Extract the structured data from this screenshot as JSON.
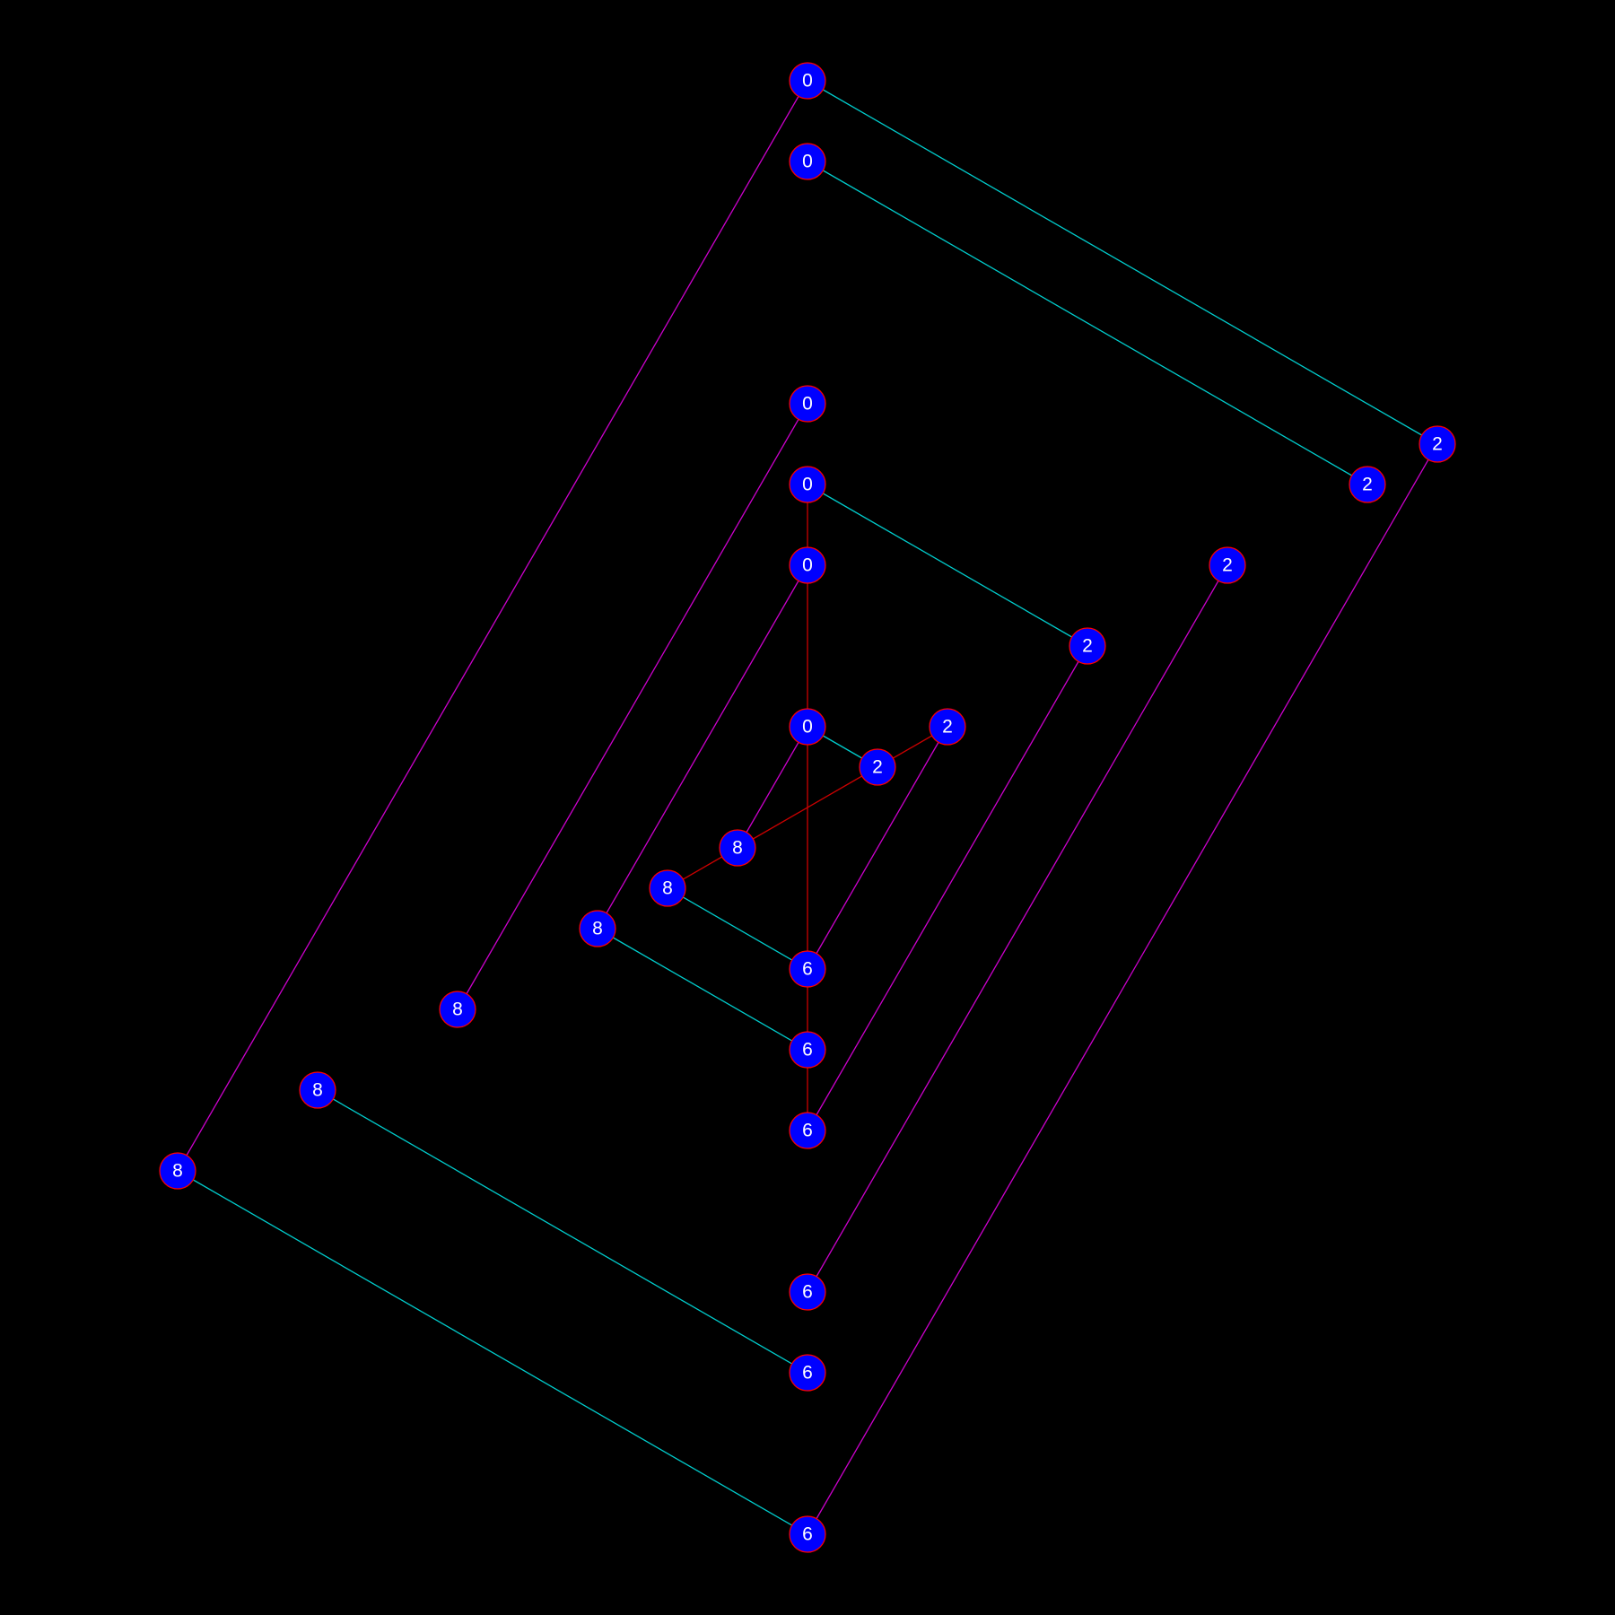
{
  "colors": {
    "background": "#000000",
    "node_fill": "#0000ff",
    "node_stroke": "#ff0000",
    "node_text": "#ffffff",
    "edge_cyan": "#00cccc",
    "edge_magenta": "#cc00cc",
    "edge_red": "#cc0000"
  },
  "nodes": [
    {
      "id": "n1",
      "label": "0"
    },
    {
      "id": "n2",
      "label": "0"
    },
    {
      "id": "n3",
      "label": "0"
    },
    {
      "id": "n4",
      "label": "0"
    },
    {
      "id": "n5",
      "label": "0"
    },
    {
      "id": "n6",
      "label": "0"
    },
    {
      "id": "n7",
      "label": "2"
    },
    {
      "id": "n8",
      "label": "2"
    },
    {
      "id": "n9",
      "label": "2"
    },
    {
      "id": "n10",
      "label": "2"
    },
    {
      "id": "n11",
      "label": "2"
    },
    {
      "id": "n12",
      "label": "2"
    },
    {
      "id": "n13",
      "label": "8"
    },
    {
      "id": "n14",
      "label": "8"
    },
    {
      "id": "n15",
      "label": "8"
    },
    {
      "id": "n16",
      "label": "8"
    },
    {
      "id": "n17",
      "label": "8"
    },
    {
      "id": "n18",
      "label": "8"
    },
    {
      "id": "n19",
      "label": "6"
    },
    {
      "id": "n20",
      "label": "6"
    },
    {
      "id": "n21",
      "label": "6"
    },
    {
      "id": "n22",
      "label": "6"
    },
    {
      "id": "n23",
      "label": "6"
    },
    {
      "id": "n24",
      "label": "6"
    }
  ],
  "edges": [
    {
      "from": "n1",
      "to": "n7",
      "color": "cyan"
    },
    {
      "from": "n1",
      "to": "n18",
      "color": "magenta"
    },
    {
      "from": "n7",
      "to": "n24",
      "color": "magenta"
    },
    {
      "from": "n18",
      "to": "n24",
      "color": "cyan"
    },
    {
      "from": "n2",
      "to": "n8",
      "color": "cyan"
    },
    {
      "from": "n3",
      "to": "n16",
      "color": "magenta"
    },
    {
      "from": "n9",
      "to": "n22",
      "color": "magenta"
    },
    {
      "from": "n17",
      "to": "n23",
      "color": "cyan"
    },
    {
      "from": "n4",
      "to": "n10",
      "color": "cyan"
    },
    {
      "from": "n4",
      "to": "n5",
      "color": "red"
    },
    {
      "from": "n10",
      "to": "n21",
      "color": "magenta"
    },
    {
      "from": "n5",
      "to": "n15",
      "color": "magenta"
    },
    {
      "from": "n15",
      "to": "n20",
      "color": "cyan"
    },
    {
      "from": "n20",
      "to": "n21",
      "color": "red"
    },
    {
      "from": "n5",
      "to": "n6",
      "color": "red"
    },
    {
      "from": "n6",
      "to": "n19",
      "color": "red"
    },
    {
      "from": "n19",
      "to": "n20",
      "color": "red"
    },
    {
      "from": "n6",
      "to": "n12",
      "color": "cyan"
    },
    {
      "from": "n6",
      "to": "n13",
      "color": "magenta"
    },
    {
      "from": "n11",
      "to": "n12",
      "color": "red"
    },
    {
      "from": "n12",
      "to": "n13",
      "color": "red"
    },
    {
      "from": "n13",
      "to": "n14",
      "color": "red"
    },
    {
      "from": "n11",
      "to": "n19",
      "color": "magenta"
    },
    {
      "from": "n14",
      "to": "n19",
      "color": "cyan"
    }
  ]
}
